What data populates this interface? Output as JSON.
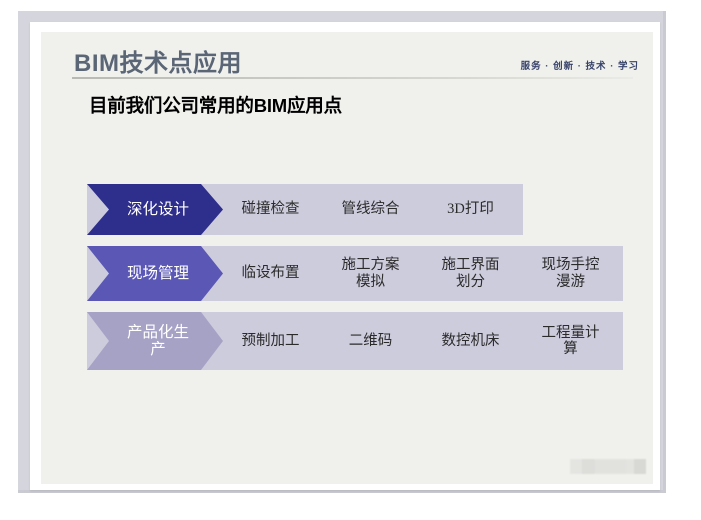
{
  "slide": {
    "title": "BIM技术点应用",
    "tagline": "服务 · 创新 · 技术 · 学习",
    "subtitle": "目前我们公司常用的BIM应用点",
    "background_color": "#f0f0ec",
    "title_color": "#5a6576",
    "tagline_color": "#39446b"
  },
  "diagram": {
    "rows": [
      {
        "lead": {
          "label": "深化设计",
          "color": "#2e2e8c"
        },
        "steps": [
          {
            "label": "碰撞检查"
          },
          {
            "label": "管线综合"
          },
          {
            "label": "3D打印"
          }
        ],
        "step_color": "#cdccdd"
      },
      {
        "lead": {
          "label": "现场管理",
          "color": "#5a57b5"
        },
        "steps": [
          {
            "label": "临设布置"
          },
          {
            "label": "施工方案\n模拟"
          },
          {
            "label": "施工界面\n划分"
          },
          {
            "label": "现场手控\n漫游"
          }
        ],
        "step_color": "#cdccdd"
      },
      {
        "lead": {
          "label": "产品化生\n产",
          "color": "#a5a2c6"
        },
        "steps": [
          {
            "label": "预制加工"
          },
          {
            "label": "二维码"
          },
          {
            "label": "数控机床"
          },
          {
            "label": "工程量计\n算"
          }
        ],
        "step_color": "#cdccdd"
      }
    ]
  }
}
